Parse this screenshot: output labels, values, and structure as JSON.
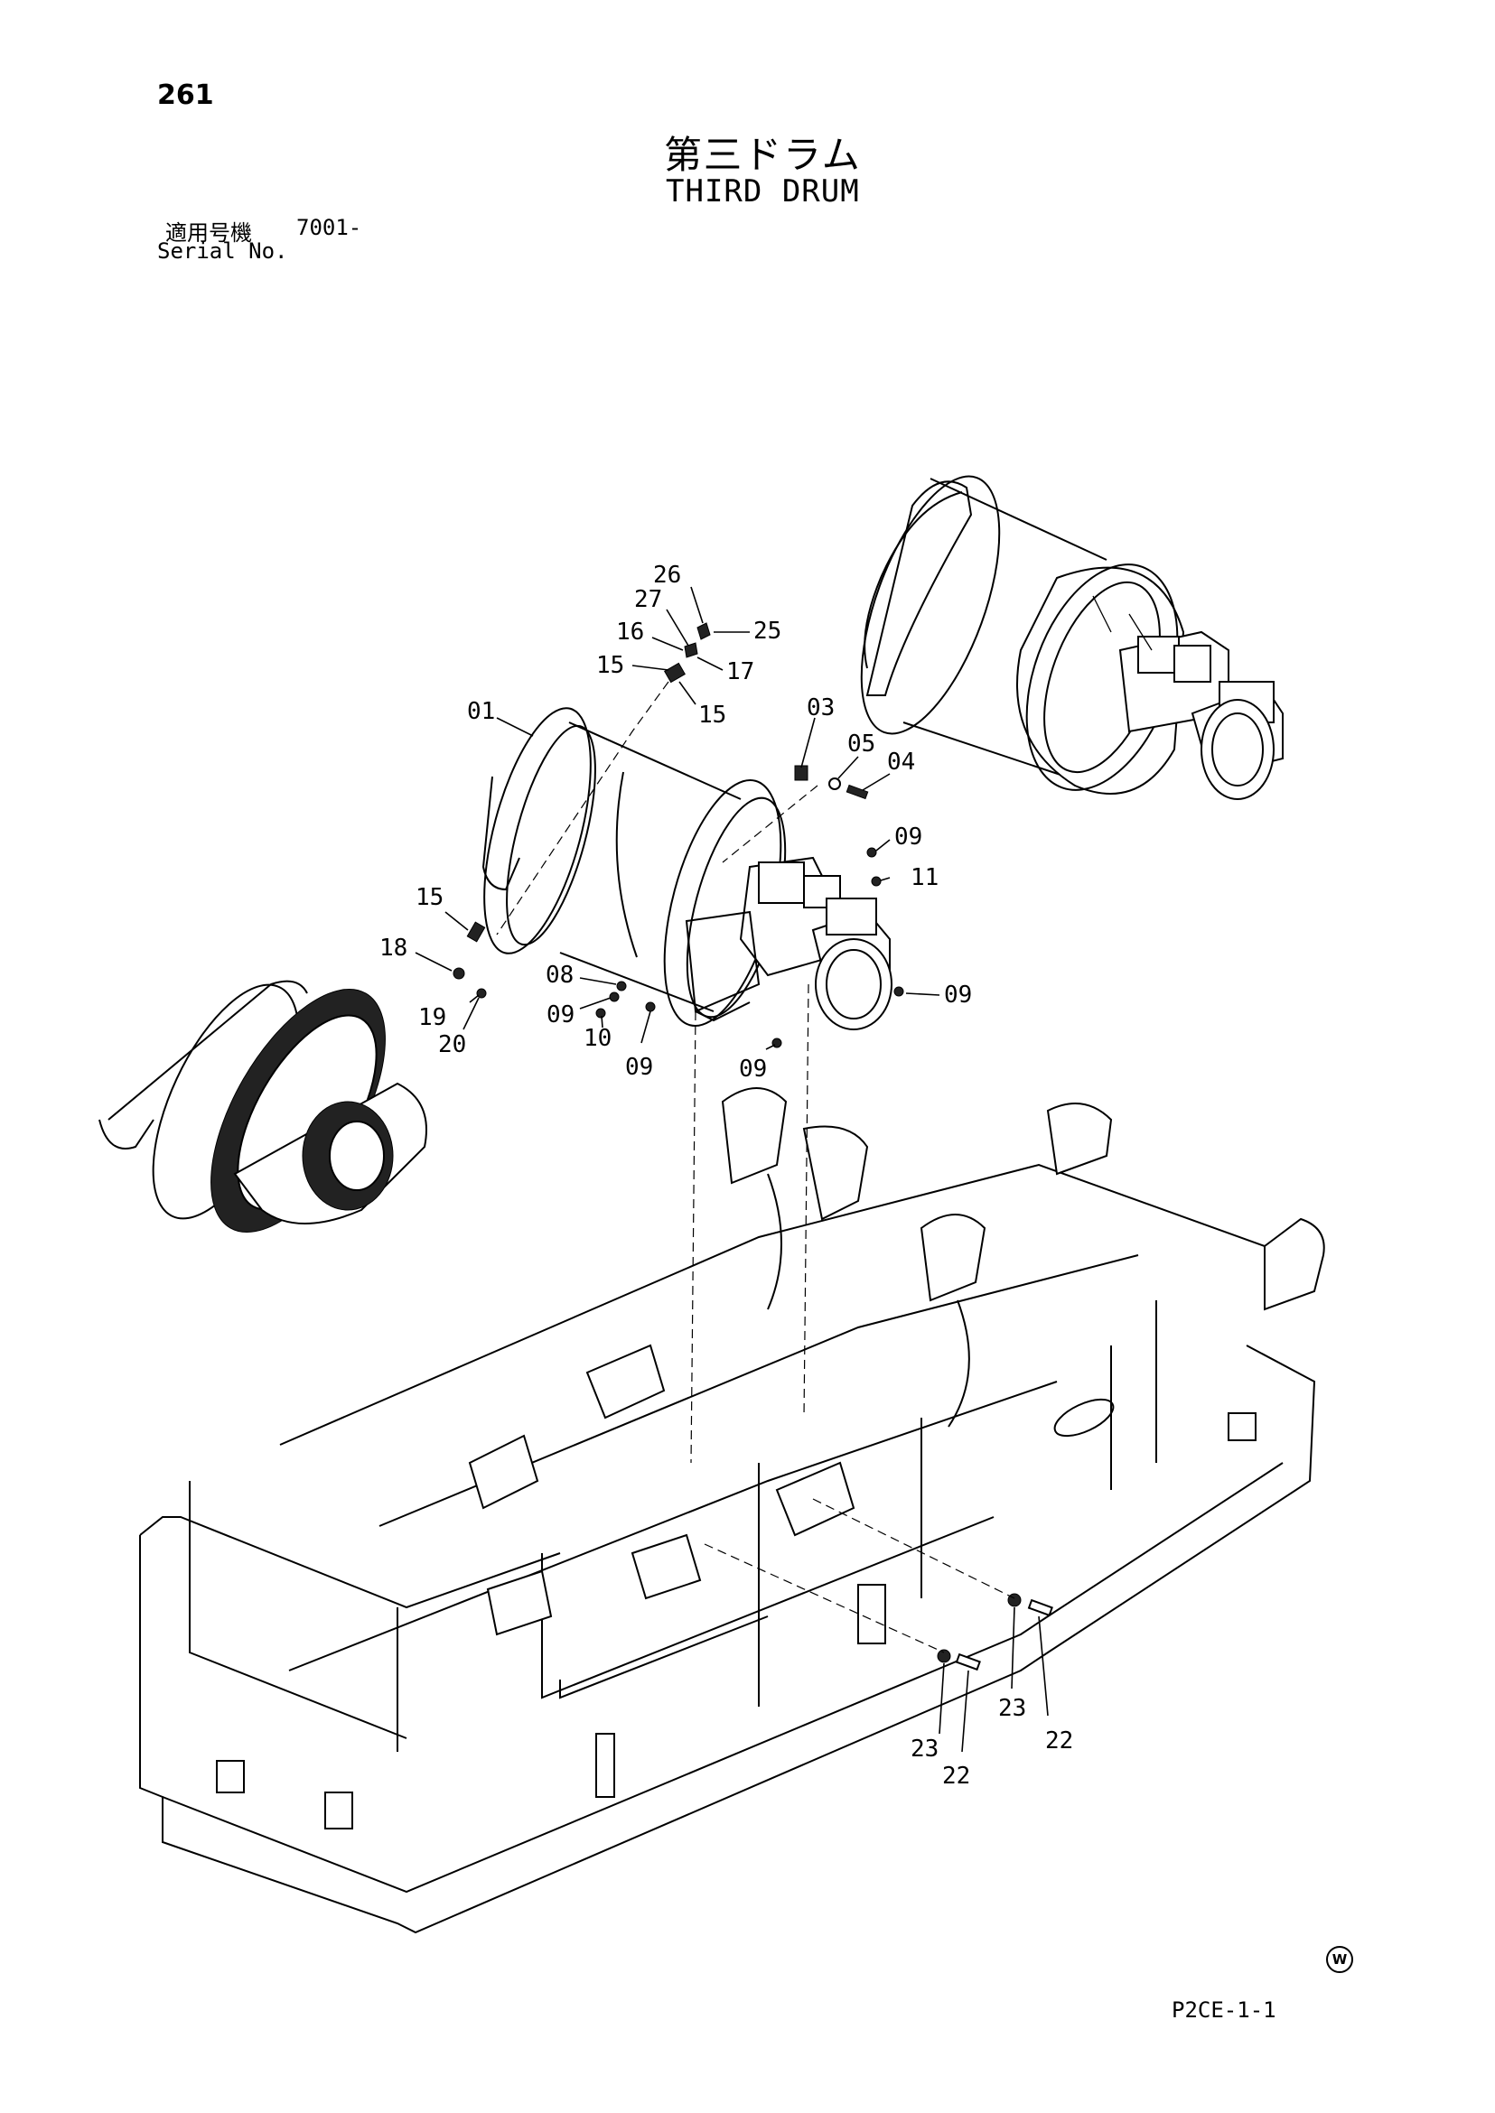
{
  "page": {
    "number": "261",
    "code": "P2CE-1-1",
    "mark": "W"
  },
  "title": {
    "jp": "第三ドラム",
    "en": "THIRD DRUM"
  },
  "serial": {
    "jp_label": "適用号機",
    "value": "7001-",
    "en_label": "Serial No."
  },
  "callouts": [
    "26",
    "27",
    "25",
    "16",
    "17",
    "15",
    "15",
    "01",
    "03",
    "05",
    "04",
    "09",
    "11",
    "15",
    "18",
    "08",
    "09",
    "10",
    "09",
    "09",
    "19",
    "20",
    "09",
    "23",
    "22",
    "23",
    "22"
  ]
}
